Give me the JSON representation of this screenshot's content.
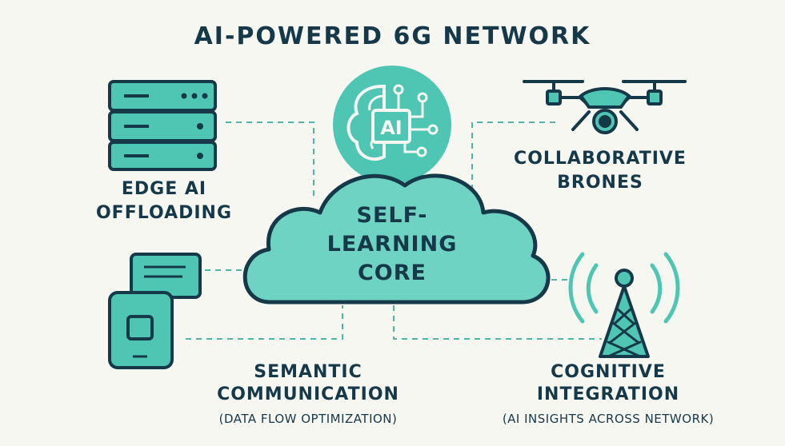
{
  "title": "AI-POWERED 6G NETWORK",
  "core": {
    "line1": "SELF-",
    "line2": "LEARNING",
    "line3": "CORE"
  },
  "ai_badge": "AI",
  "nodes": {
    "edge": {
      "line1": "EDGE AI",
      "line2": "OFFLOADING",
      "icon": "server-stack-icon"
    },
    "drones": {
      "line1": "COLLABORATIVE",
      "line2": "BRONES",
      "icon": "drone-icon"
    },
    "semantic": {
      "line1": "SEMANTIC",
      "line2": "COMMUNICATION",
      "sub": "(DATA FLOW OPTIMIZATION)",
      "icon": "phone-chat-icon"
    },
    "cognitive": {
      "line1": "COGNITIVE",
      "line2": "INTEGRATION",
      "sub": "(AI INSIGHTS ACROSS NETWORK)",
      "icon": "antenna-tower-icon"
    }
  },
  "colors": {
    "teal": "#4fc6b4",
    "teal_light": "#6fd3c4",
    "dark": "#16394a",
    "background": "#f6f7f1"
  }
}
